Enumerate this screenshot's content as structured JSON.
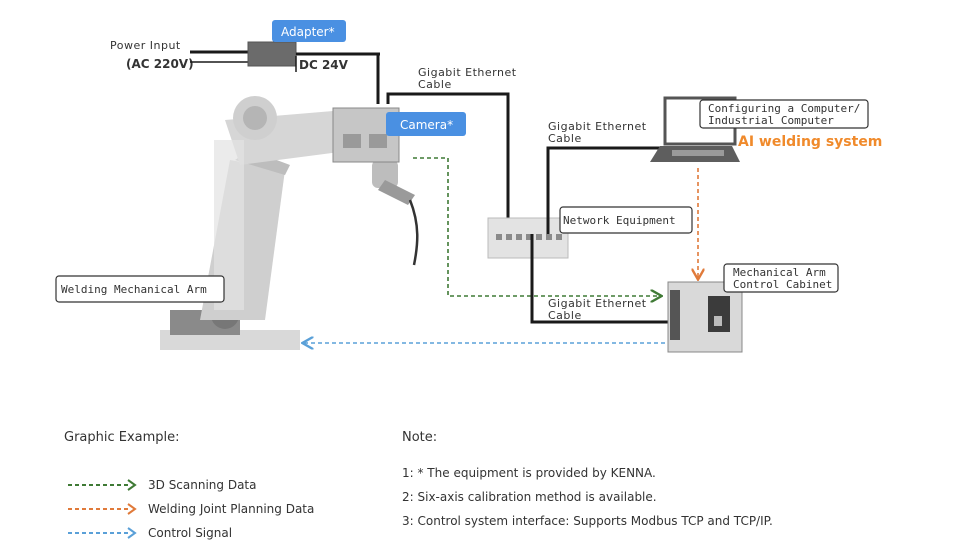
{
  "diagram": {
    "power_input": "Power Input",
    "power_input_value": "(AC 220V)",
    "adapter": "Adapter*",
    "dc_label": "DC 24V",
    "camera": "Camera*",
    "gigabit_cable_top_line1": "Gigabit Ethernet",
    "gigabit_cable_top_line2": "Cable",
    "gigabit_cable_mid_line1": "Gigabit Ethernet",
    "gigabit_cable_mid_line2": "Cable",
    "gigabit_cable_bottom_line1": "Gigabit Ethernet",
    "gigabit_cable_bottom_line2": "Cable",
    "computer_label_line1": "Configuring a Computer/",
    "computer_label_line2": "Industrial Computer",
    "ai_system": "AI welding system",
    "network_equipment": "Network Equipment",
    "cabinet_label_line1": "Mechanical Arm",
    "cabinet_label_line2": "Control Cabinet",
    "welding_arm": "Welding Mechanical Arm"
  },
  "legend": {
    "title": "Graphic Example:",
    "items": [
      {
        "label": "3D Scanning Data",
        "color": "#3f7a35"
      },
      {
        "label": "Welding Joint Planning Data",
        "color": "#e07a3a"
      },
      {
        "label": "Control Signal",
        "color": "#5aa0d8"
      }
    ]
  },
  "notes": {
    "title": "Note:",
    "items": [
      "1: * The equipment is provided by KENNA.",
      "2: Six-axis calibration method is available.",
      "3: Control system interface: Supports Modbus TCP and TCP/IP."
    ]
  }
}
